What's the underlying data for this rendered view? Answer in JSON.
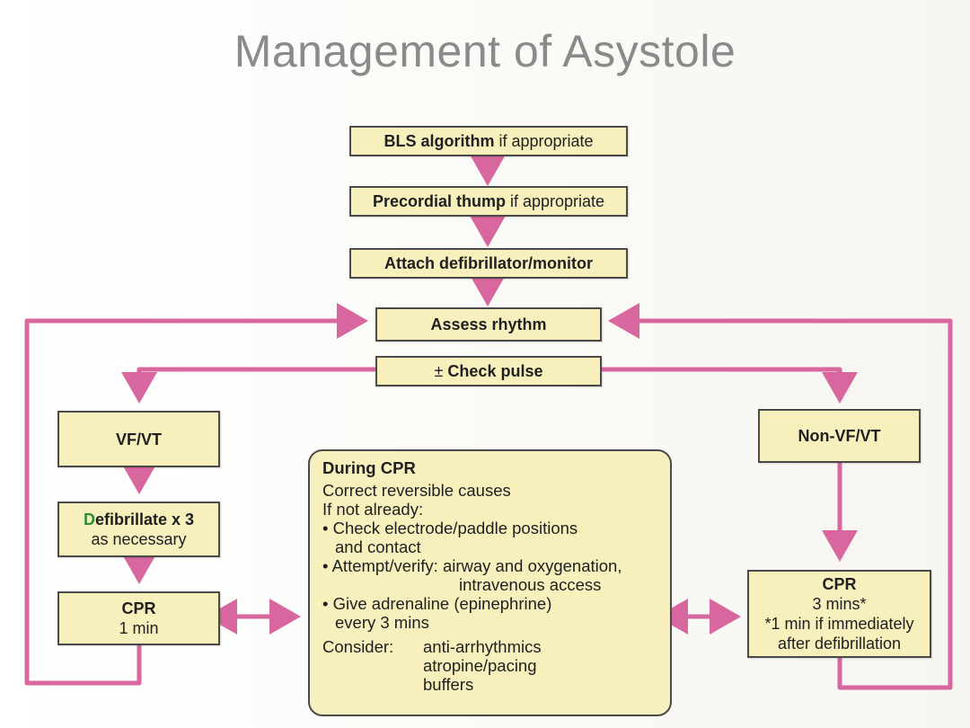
{
  "title": "Management of Asystole",
  "colors": {
    "box_fill": "#f7f0bd",
    "arrow": "#d9679f",
    "border": "#4a4a4a"
  },
  "boxes": {
    "bls": {
      "bold": "BLS algorithm",
      "normal": " if appropriate"
    },
    "thump": {
      "bold": "Precordial thump",
      "normal": " if appropriate"
    },
    "attach": {
      "bold": "Attach defibrillator/monitor"
    },
    "assess": {
      "bold": "Assess rhythm"
    },
    "pulse": {
      "symbol": "±",
      "bold": " Check pulse"
    },
    "vfvt": {
      "bold": "VF/VT"
    },
    "nonvfvt": {
      "bold": "Non-VF/VT"
    },
    "defib": {
      "first_letter": "D",
      "bold": "efibrillate x 3",
      "normal": "as necessary"
    },
    "cpr_left": {
      "bold": "CPR",
      "normal": "1 min"
    },
    "cpr_right": {
      "bold": "CPR",
      "line2": "3 mins*",
      "line3": "*1 min if immediately",
      "line4": "after defibrillation"
    }
  },
  "during_cpr": {
    "header": "During CPR",
    "lines": [
      "Correct reversible causes",
      "If not already:",
      "• Check electrode/paddle positions",
      "and contact",
      "• Attempt/verify: airway and oxygenation,",
      "intravenous access",
      "• Give adrenaline (epinephrine)",
      "every 3 mins"
    ],
    "consider_label": "Consider:",
    "consider_items": [
      "anti-arrhythmics",
      "atropine/pacing",
      "buffers"
    ]
  }
}
